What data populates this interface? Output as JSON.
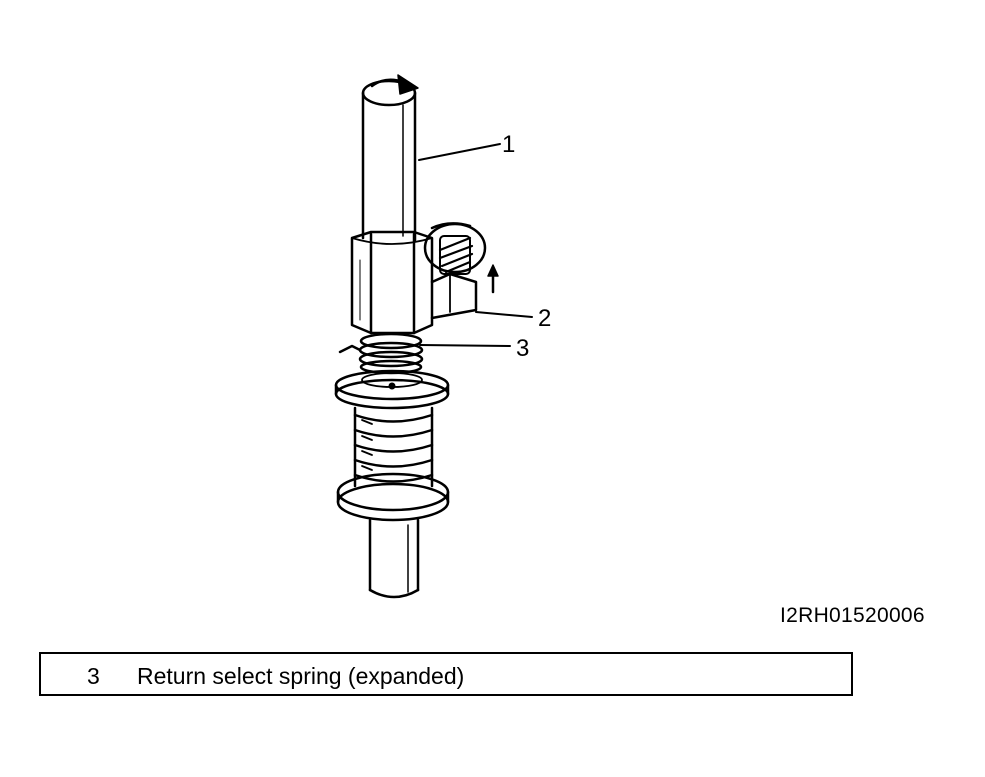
{
  "figure": {
    "callouts": [
      {
        "number": "1"
      },
      {
        "number": "2"
      },
      {
        "number": "3"
      }
    ],
    "figure_code": "I2RH01520006",
    "icons": [
      "rotation-arrow-icon",
      "up-arrow-icon"
    ]
  },
  "legend": {
    "items": [
      {
        "number": "3",
        "text": "Return select spring (expanded)"
      }
    ]
  },
  "colors": {
    "line": "#000000",
    "background": "#ffffff"
  }
}
